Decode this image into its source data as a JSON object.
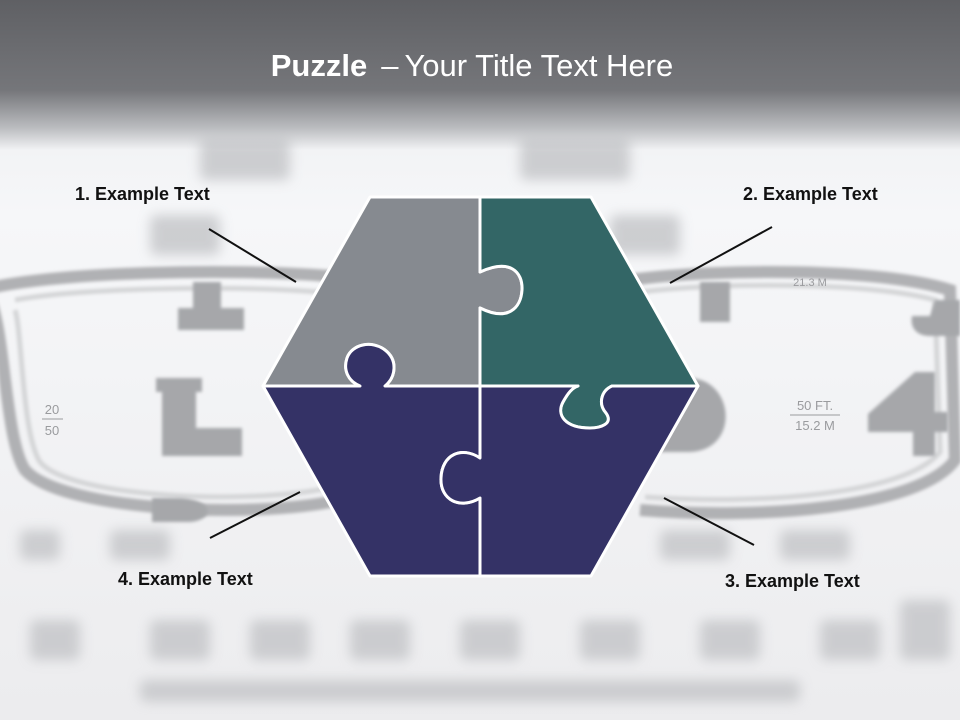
{
  "slide": {
    "title_bold": "Puzzle",
    "title_separator": "–",
    "title_rest": "Your Title Text Here"
  },
  "labels": {
    "item1": "1. Example Text",
    "item2": "2. Example Text",
    "item3": "3. Example Text",
    "item4": "4. Example Text"
  },
  "eye_chart": {
    "left_ratio_top": "20",
    "left_ratio_bottom": "50",
    "right_ft": "50 FT.",
    "right_m": "15.2 M",
    "top_right_m": "21.3 M",
    "letters": [
      "T",
      "L",
      "D",
      "4"
    ]
  },
  "colors": {
    "header": "#6b6c70",
    "piece_gray": "#868a90",
    "piece_teal": "#336666",
    "piece_navy": "#343266",
    "piece_outline": "#ffffff"
  },
  "icons": [
    "eyeglasses-frame",
    "eye-chart"
  ]
}
